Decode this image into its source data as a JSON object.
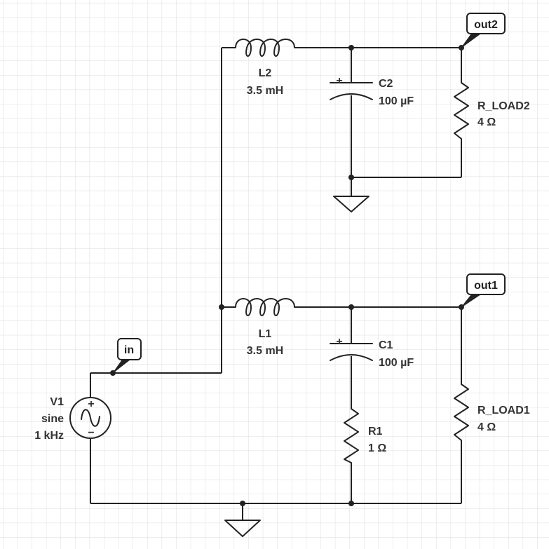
{
  "colors": {
    "background": "#ffffff",
    "grid": "#dddddd",
    "wire": "#222222",
    "text": "#333333",
    "tag_bg": "#ffffff"
  },
  "components": {
    "L2": {
      "name": "L2",
      "value": "3.5 mH"
    },
    "C2": {
      "name": "C2",
      "value": "100 µF",
      "polarity": "+"
    },
    "R_LOAD2": {
      "name": "R_LOAD2",
      "value": "4 Ω"
    },
    "L1": {
      "name": "L1",
      "value": "3.5 mH"
    },
    "C1": {
      "name": "C1",
      "value": "100 µF",
      "polarity": "+"
    },
    "R1": {
      "name": "R1",
      "value": "1 Ω"
    },
    "R_LOAD1": {
      "name": "R_LOAD1",
      "value": "4 Ω"
    },
    "V1": {
      "name": "V1",
      "type": "sine",
      "frequency": "1 kHz",
      "plus": "+",
      "minus": "−"
    }
  },
  "nets": {
    "out2": "out2",
    "out1": "out1",
    "in": "in"
  }
}
